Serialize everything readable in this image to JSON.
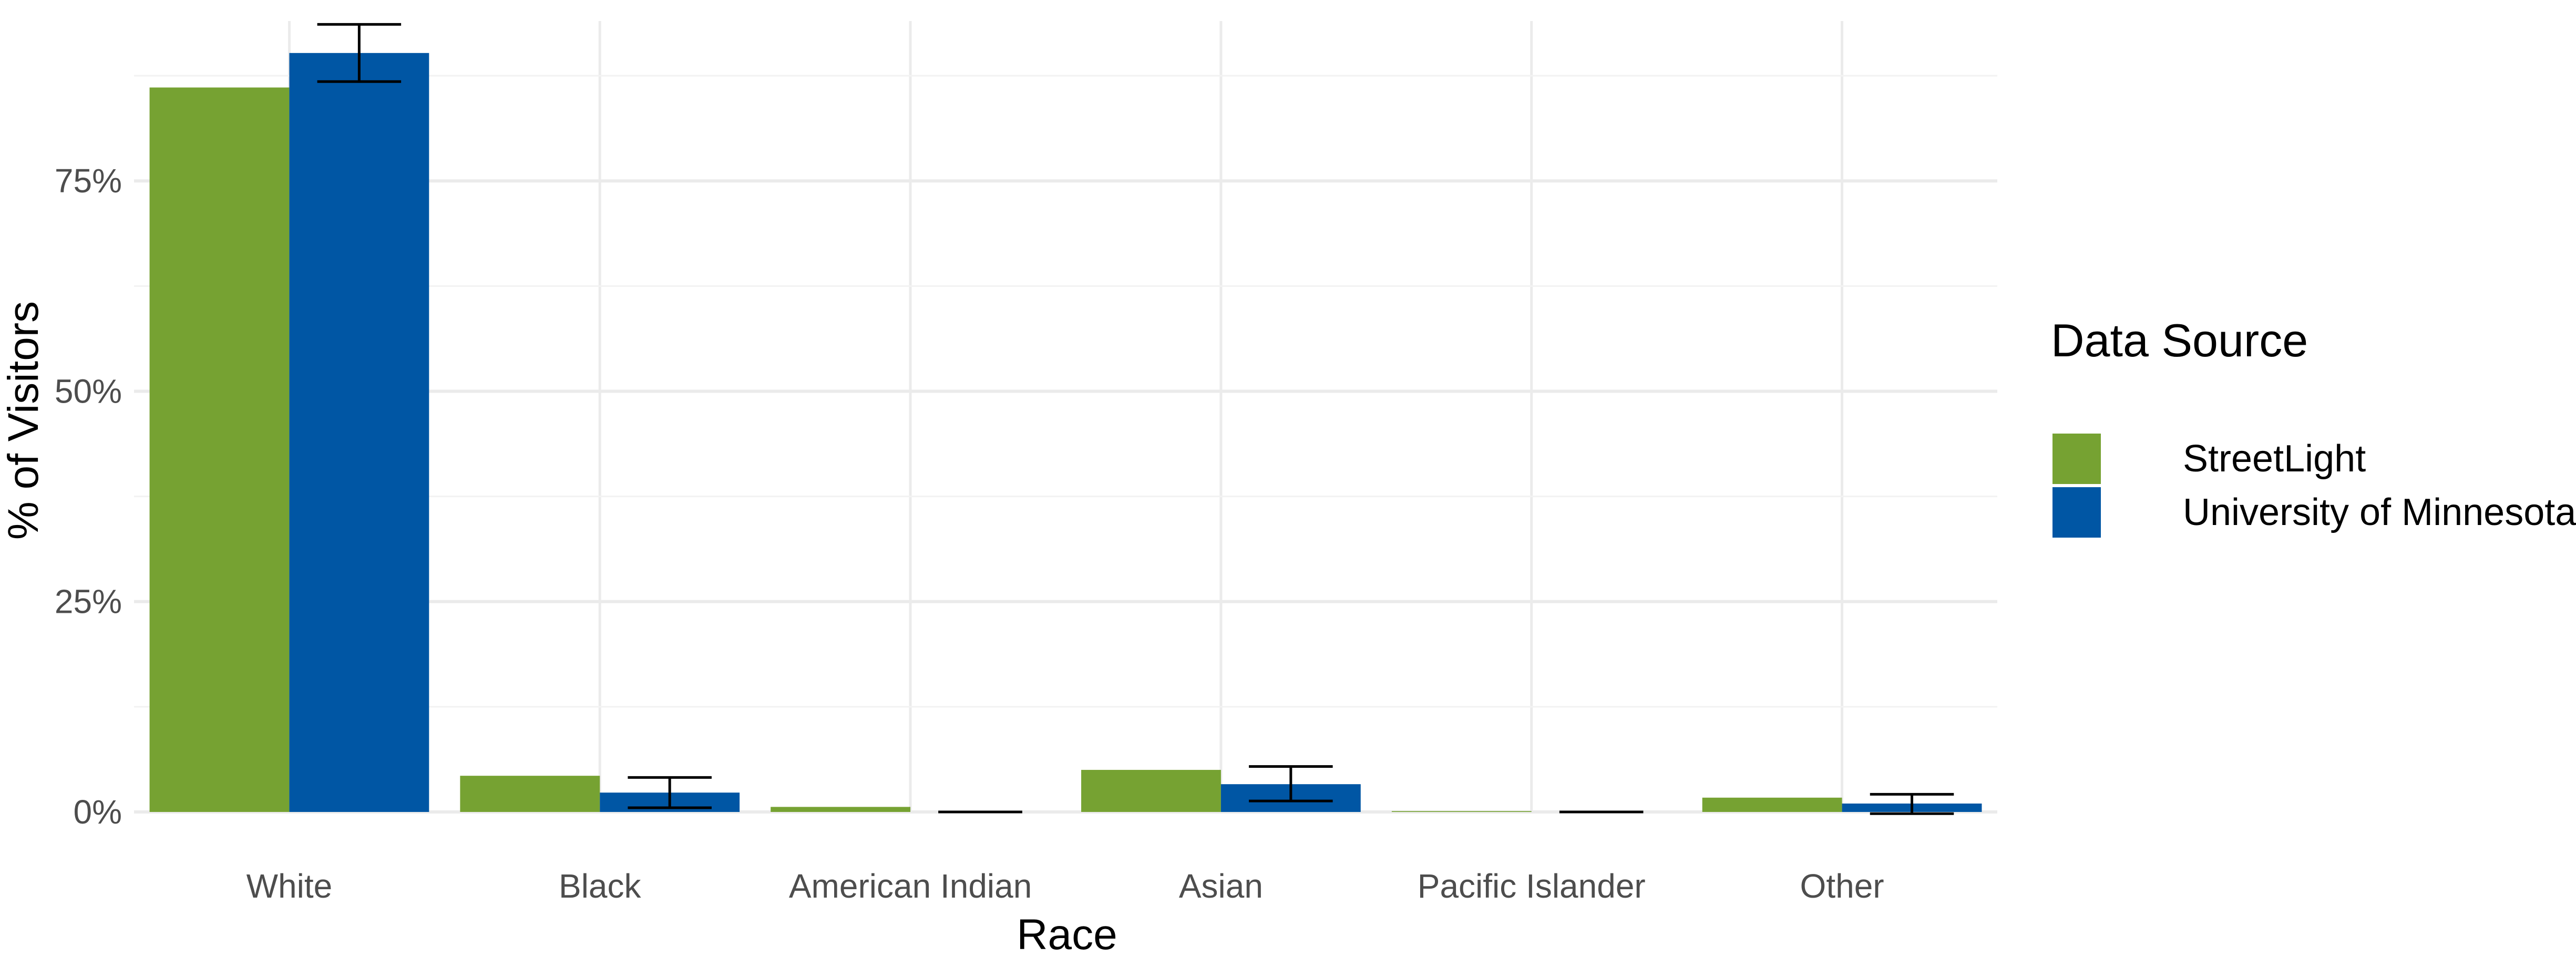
{
  "chart_data": {
    "type": "bar",
    "xlabel": "Race",
    "ylabel": "% of Visitors",
    "categories": [
      "White",
      "Black",
      "American Indian",
      "Asian",
      "Pacific Islander",
      "Other"
    ],
    "ylim": [
      0,
      0.94
    ],
    "yticks": [
      0,
      0.25,
      0.5,
      0.75
    ],
    "ytick_labels": [
      "0%",
      "25%",
      "50%",
      "75%"
    ],
    "grid": true,
    "legend": {
      "title": "Data Source",
      "position": "right"
    },
    "series": [
      {
        "name": "StreetLight",
        "color": "#76a232",
        "values": [
          0.861,
          0.043,
          0.006,
          0.05,
          0.001,
          0.017
        ],
        "error": null
      },
      {
        "name": "University of Minnesota",
        "color": "#0056a4",
        "values": [
          0.902,
          0.023,
          0.0,
          0.033,
          0.0,
          0.01
        ],
        "error": [
          [
            0.868,
            0.936
          ],
          [
            0.005,
            0.041
          ],
          [
            0.0,
            0.0
          ],
          [
            0.013,
            0.054
          ],
          [
            0.0,
            0.0
          ],
          [
            -0.002,
            0.021
          ]
        ]
      }
    ]
  }
}
